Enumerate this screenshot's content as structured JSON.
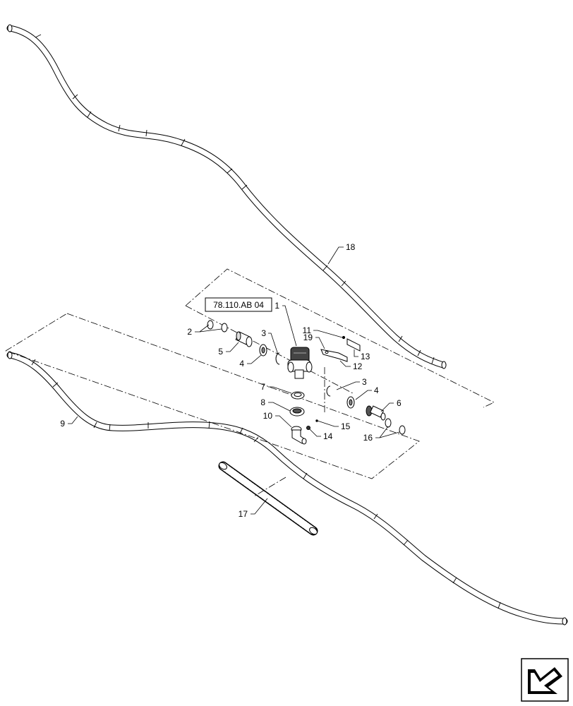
{
  "diagram": {
    "reference_box": "78.110.AB 04",
    "callouts": {
      "c1": "1",
      "c2": "2",
      "c3a": "3",
      "c3b": "3",
      "c4a": "4",
      "c4b": "4",
      "c5": "5",
      "c6": "6",
      "c7": "7",
      "c8": "8",
      "c9": "9",
      "c10": "10",
      "c11": "11",
      "c12": "12",
      "c13": "13",
      "c14": "14",
      "c15": "15",
      "c16": "16",
      "c17": "17",
      "c18": "18",
      "c19": "19"
    },
    "nav_icon": "next-page-arrow-icon"
  }
}
